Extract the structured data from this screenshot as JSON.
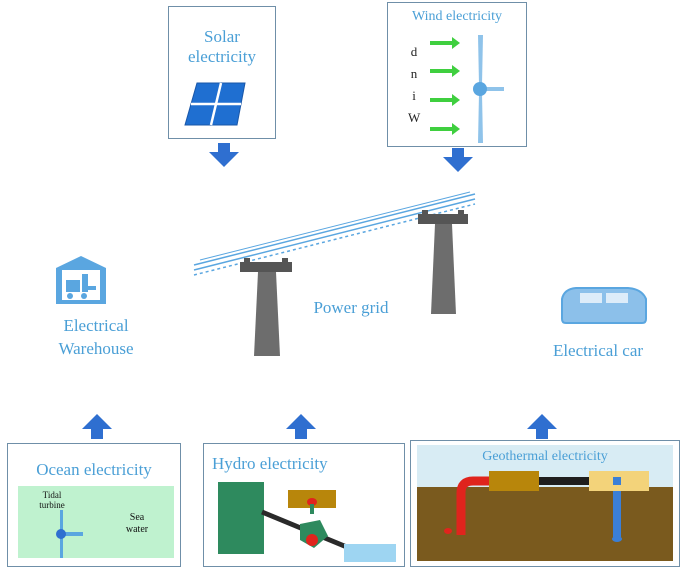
{
  "solar": {
    "title_line1": "Solar",
    "title_line2": "electricity"
  },
  "wind": {
    "title": "Wind electricity",
    "side_letters": [
      "W",
      "i",
      "n",
      "d"
    ]
  },
  "grid": {
    "label": "Power grid"
  },
  "warehouse": {
    "label_line1": "Electrical",
    "label_line2": "Warehouse"
  },
  "car": {
    "label": "Electrical car"
  },
  "ocean": {
    "title": "Ocean electricity",
    "turbine_label_line1": "Tidal",
    "turbine_label_line2": "turbine",
    "water_label_line1": "Sea",
    "water_label_line2": "water"
  },
  "hydro": {
    "title": "Hydro electricity"
  },
  "geothermal": {
    "title": "Geothermal electricity"
  },
  "colors": {
    "text_blue": "#4a9fd6",
    "arrow_blue": "#2f6fd0",
    "icon_blue": "#5aa6e0",
    "tower_gray": "#6d6d6d",
    "solar_panel": "#1f6fd1",
    "wind_arrow": "#3fcf3f",
    "sea_green": "#bff2cf",
    "hydro_green": "#2e8a5e",
    "soil_brown": "#7a5a1e",
    "pipe_red": "#e0241d"
  }
}
